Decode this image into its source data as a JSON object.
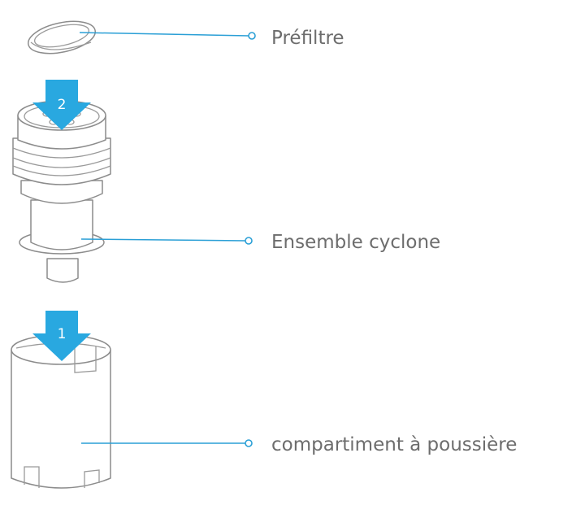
{
  "diagram": {
    "accent_color": "#29a8e0",
    "line_color": "#2a9fd6",
    "labels": [
      {
        "id": "prefilter",
        "text": "Préfiltre"
      },
      {
        "id": "cyclone",
        "text": "Ensemble cyclone"
      },
      {
        "id": "dustbin",
        "text": "compartiment à poussière"
      }
    ],
    "steps": [
      {
        "id": "step-2",
        "number": "2",
        "target": "cyclone",
        "icon": "arrow-down-icon"
      },
      {
        "id": "step-1",
        "number": "1",
        "target": "dustbin",
        "icon": "arrow-down-icon"
      }
    ]
  }
}
